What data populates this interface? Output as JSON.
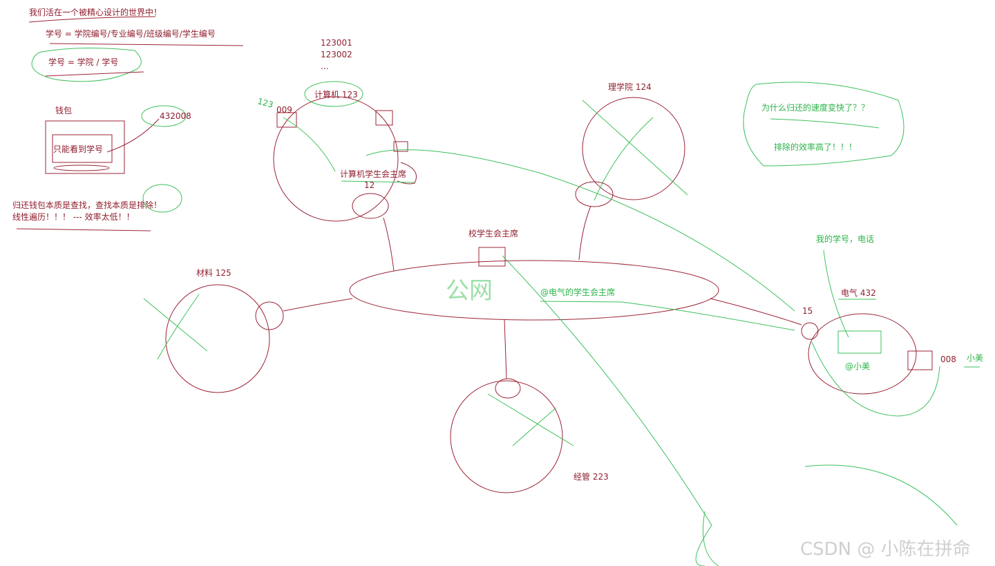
{
  "notes": {
    "line1": "我们活在一个被精心设计的世界中！",
    "line2": "学号 = 学院编号/专业编号/班级编号/学生编号",
    "line3": "学号 = 学院 / 学号",
    "wallet": "钱包",
    "wallet_inner": "只能看到学号",
    "wallet_id": "432008",
    "essence1": "归还钱包本质是查找，查找本质是排除！",
    "essence2": "线性遍历！！！ --- 效率太低！！",
    "why": "为什么归还的速度变快了？？",
    "answer": "排除的效率高了！！！"
  },
  "nodes": {
    "cs": {
      "label": "计算机 123",
      "ids": [
        "123001",
        "123002",
        "..."
      ],
      "room": "009",
      "scribble": "123",
      "president": "计算机学生会主席",
      "num": "12"
    },
    "science": {
      "label": "理学院 124"
    },
    "material": {
      "label": "材料 125"
    },
    "econ": {
      "label": "经管 223"
    },
    "ee": {
      "label": "电气 432",
      "num": "15",
      "mention": "@小美",
      "room": "008",
      "person": "小美",
      "info": "我的学号，电话"
    },
    "school": {
      "label": "校学生会主席",
      "mention": "@电气的学生会主席",
      "scribble": "公网"
    }
  },
  "watermark": "CSDN @ 小陈在拼命",
  "colors": {
    "red": "#9b2335",
    "green": "#3cc05a"
  }
}
